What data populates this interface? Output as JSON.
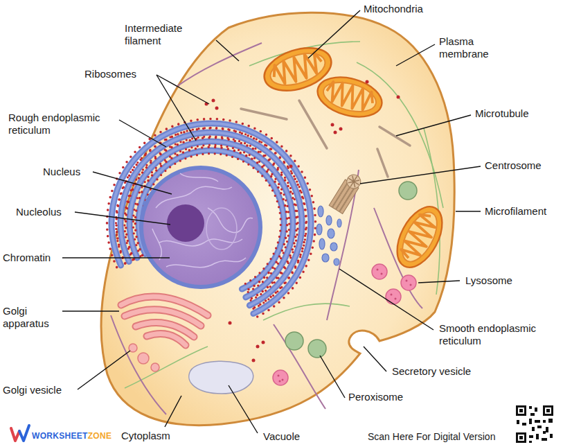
{
  "diagram": {
    "labels": [
      "Mitochondria",
      "Intermediate filament",
      "Plasma membrane",
      "Ribosomes",
      "Rough endoplasmic reticulum",
      "Microtubule",
      "Nucleus",
      "Centrosome",
      "Nucleolus",
      "Microfilament",
      "Chromatin",
      "Smooth endoplasmic reticulum",
      "Lysosome",
      "Golgi apparatus",
      "Secretory vesicle",
      "Golgi vesicle",
      "Peroxisome",
      "WORKSHEET",
      "ZONE",
      "Cytoplasm",
      "Vacuole",
      "Scan Here For Digital Version"
    ]
  }
}
